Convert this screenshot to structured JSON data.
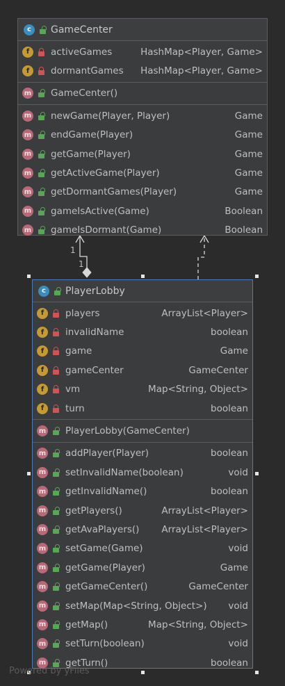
{
  "classes": {
    "game_center": {
      "name": "GameCenter",
      "kind": "c",
      "fields": [
        {
          "kind": "f",
          "visibility": "private",
          "name": "activeGames",
          "type": "HashMap<Player, Game>"
        },
        {
          "kind": "f",
          "visibility": "private",
          "name": "dormantGames",
          "type": "HashMap<Player, Game>"
        }
      ],
      "constructors": [
        {
          "kind": "m",
          "visibility": "public",
          "name": "GameCenter()",
          "type": ""
        }
      ],
      "methods": [
        {
          "kind": "m",
          "visibility": "public",
          "name": "newGame(Player, Player)",
          "type": "Game"
        },
        {
          "kind": "m",
          "visibility": "public",
          "name": "endGame(Player)",
          "type": "Game"
        },
        {
          "kind": "m",
          "visibility": "public",
          "name": "getGame(Player)",
          "type": "Game"
        },
        {
          "kind": "m",
          "visibility": "public",
          "name": "getActiveGame(Player)",
          "type": "Game"
        },
        {
          "kind": "m",
          "visibility": "public",
          "name": "getDormantGames(Player)",
          "type": "Game"
        },
        {
          "kind": "m",
          "visibility": "public",
          "name": "gameIsActive(Game)",
          "type": "Boolean"
        },
        {
          "kind": "m",
          "visibility": "public",
          "name": "gameIsDormant(Game)",
          "type": "Boolean"
        }
      ]
    },
    "player_lobby": {
      "name": "PlayerLobby",
      "kind": "c",
      "fields": [
        {
          "kind": "f",
          "visibility": "private",
          "name": "players",
          "type": "ArrayList<Player>"
        },
        {
          "kind": "f",
          "visibility": "private",
          "name": "invalidName",
          "type": "boolean"
        },
        {
          "kind": "f",
          "visibility": "private",
          "name": "game",
          "type": "Game"
        },
        {
          "kind": "f",
          "visibility": "private",
          "name": "gameCenter",
          "type": "GameCenter"
        },
        {
          "kind": "f",
          "visibility": "private",
          "name": "vm",
          "type": "Map<String, Object>"
        },
        {
          "kind": "f",
          "visibility": "private",
          "name": "turn",
          "type": "boolean"
        }
      ],
      "constructors": [
        {
          "kind": "m",
          "visibility": "public",
          "name": "PlayerLobby(GameCenter)",
          "type": ""
        }
      ],
      "methods": [
        {
          "kind": "m",
          "visibility": "public",
          "name": "addPlayer(Player)",
          "type": "boolean"
        },
        {
          "kind": "m",
          "visibility": "public",
          "name": "setInvalidName(boolean)",
          "type": "void"
        },
        {
          "kind": "m",
          "visibility": "public",
          "name": "getInvalidName()",
          "type": "boolean"
        },
        {
          "kind": "m",
          "visibility": "public",
          "name": "getPlayers()",
          "type": "ArrayList<Player>"
        },
        {
          "kind": "m",
          "visibility": "public",
          "name": "getAvaPlayers()",
          "type": "ArrayList<Player>"
        },
        {
          "kind": "m",
          "visibility": "public",
          "name": "setGame(Game)",
          "type": "void"
        },
        {
          "kind": "m",
          "visibility": "public",
          "name": "getGame(Player)",
          "type": "Game"
        },
        {
          "kind": "m",
          "visibility": "public",
          "name": "getGameCenter()",
          "type": "GameCenter"
        },
        {
          "kind": "m",
          "visibility": "public",
          "name": "setMap(Map<String, Object>)",
          "type": "void"
        },
        {
          "kind": "m",
          "visibility": "public",
          "name": "getMap()",
          "type": "Map<String, Object>"
        },
        {
          "kind": "m",
          "visibility": "public",
          "name": "setTurn(boolean)",
          "type": "void"
        },
        {
          "kind": "m",
          "visibility": "public",
          "name": "getTurn()",
          "type": "boolean"
        }
      ]
    }
  },
  "association": {
    "multiplicity_top": "1",
    "multiplicity_bottom": "1"
  },
  "watermark": "Powered by yFiles",
  "colors": {
    "background": "#2b2b2b",
    "class_fill": "#3a3c3e",
    "class_border": "#5b5d60",
    "selection": "#4c7bbd",
    "class_icon": "#3b8dbd",
    "field_icon": "#c59a32",
    "method_icon": "#b86877",
    "public_lock": "#5aa657",
    "private_lock": "#cf5454"
  }
}
